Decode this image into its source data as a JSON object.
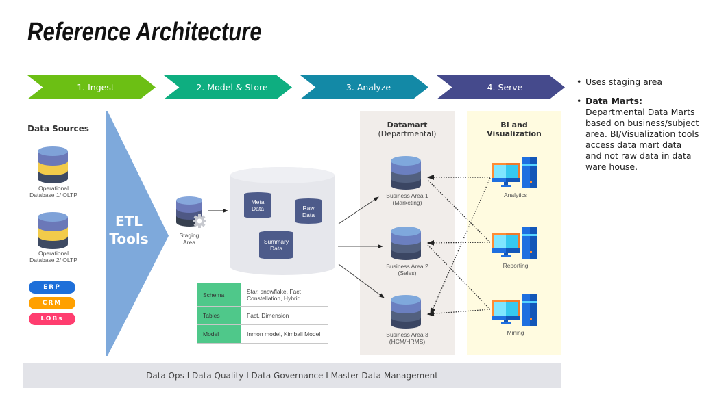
{
  "title": "Reference Architecture",
  "steps": [
    {
      "label": "1. Ingest",
      "color": "#6cbf14"
    },
    {
      "label": "2. Model & Store",
      "color": "#0eae80"
    },
    {
      "label": "3. Analyze",
      "color": "#1389a6"
    },
    {
      "label": "4. Serve",
      "color": "#454a8c"
    }
  ],
  "data_sources": {
    "title": "Data Sources",
    "databases": [
      {
        "label_line1": "Operational",
        "label_line2": "Database 1/ OLTP"
      },
      {
        "label_line1": "Operational",
        "label_line2": "Database 2/ OLTP"
      }
    ],
    "pills": [
      {
        "label": "ERP",
        "color": "#1e6fd9"
      },
      {
        "label": "CRM",
        "color": "#ffa000"
      },
      {
        "label": "LOBs",
        "color": "#ff3d6f"
      }
    ]
  },
  "etl": {
    "line1": "ETL",
    "line2": "Tools"
  },
  "staging": {
    "line1": "Staging",
    "line2": "Area"
  },
  "warehouse": {
    "stores": [
      {
        "line1": "Meta",
        "line2": "Data"
      },
      {
        "line1": "Raw",
        "line2": "Data"
      },
      {
        "line1": "Summary",
        "line2": "Data"
      }
    ]
  },
  "schema_table": [
    {
      "key": "Schema",
      "value_line1": "Star, snowflake, Fact",
      "value_line2": "Constellation, Hybrid"
    },
    {
      "key": "Tables",
      "value_line1": "Fact, Dimension",
      "value_line2": ""
    },
    {
      "key": "Model",
      "value_line1": "Inmon model, Kimball Model",
      "value_line2": ""
    }
  ],
  "datamart": {
    "title": "Datamart",
    "subtitle": "(Departmental)",
    "areas": [
      {
        "line1": "Business Area 1",
        "line2": "(Marketing)"
      },
      {
        "line1": "Business Area 2",
        "line2": "(Sales)"
      },
      {
        "line1": "Business Area 3",
        "line2": "(HCM/HRMS)"
      }
    ]
  },
  "bi": {
    "title_line1": "BI and",
    "title_line2": "Visualization",
    "tools": [
      "Analytics",
      "Reporting",
      "Mining"
    ]
  },
  "bottom_bar": "Data Ops  I  Data Quality  I  Data Governance  I  Master Data Management",
  "notes": {
    "item1": "Uses staging area",
    "item2_bold": "Data Marts:",
    "item2_text": "Departmental Data Marts based on business/subject area. BI/Visualization tools access data mart data and not raw data in data ware house."
  }
}
